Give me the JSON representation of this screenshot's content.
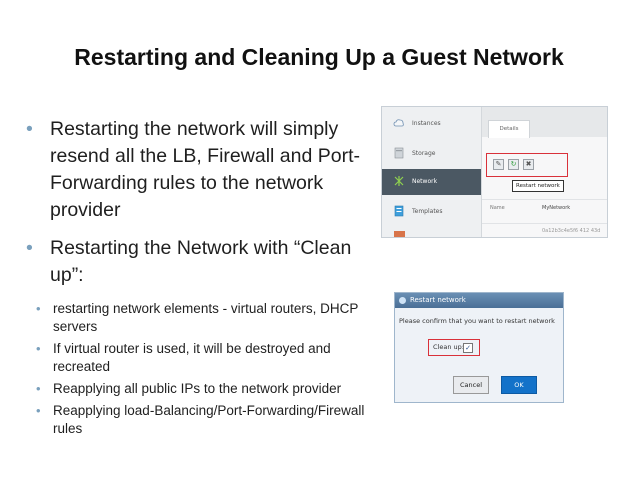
{
  "slide": {
    "title": "Restarting and Cleaning Up a Guest Network",
    "bullets": [
      "Restarting  the network will simply resend all the LB, Firewall and Port-Forwarding rules to the network provider",
      "Restarting the Network with “Clean up”:"
    ],
    "sub_bullets": [
      "restarting network elements - virtual routers, DHCP servers",
      "If virtual router is used, it will be destroyed and recreated",
      "Reapplying all public IPs to the network provider",
      "Reapplying load-Balancing/Port-Forwarding/Firewall rules"
    ]
  },
  "screenshot1": {
    "nav": [
      {
        "label": "Instances",
        "icon": "cloud-icon"
      },
      {
        "label": "Storage",
        "icon": "disk-icon"
      },
      {
        "label": "Network",
        "icon": "network-icon"
      },
      {
        "label": "Templates",
        "icon": "template-icon"
      }
    ],
    "tab_label": "Details",
    "toolbar": {
      "edit": "✎",
      "restart": "↻",
      "delete": "✖"
    },
    "tooltip": "Restart network",
    "row_label": "Name",
    "row_value": "MyNetwork",
    "row2_value": "0a12b3c4e5f6 412 43d"
  },
  "screenshot2": {
    "title": "Restart network",
    "message": "Please confirm that you want to restart network",
    "cleanup_label": "Clean up:",
    "cleanup_checked": "✓",
    "cancel_label": "Cancel",
    "ok_label": "OK",
    "colors": {
      "header": "#4a6f96",
      "ok": "#1372c9",
      "highlight": "#d9313a"
    }
  }
}
